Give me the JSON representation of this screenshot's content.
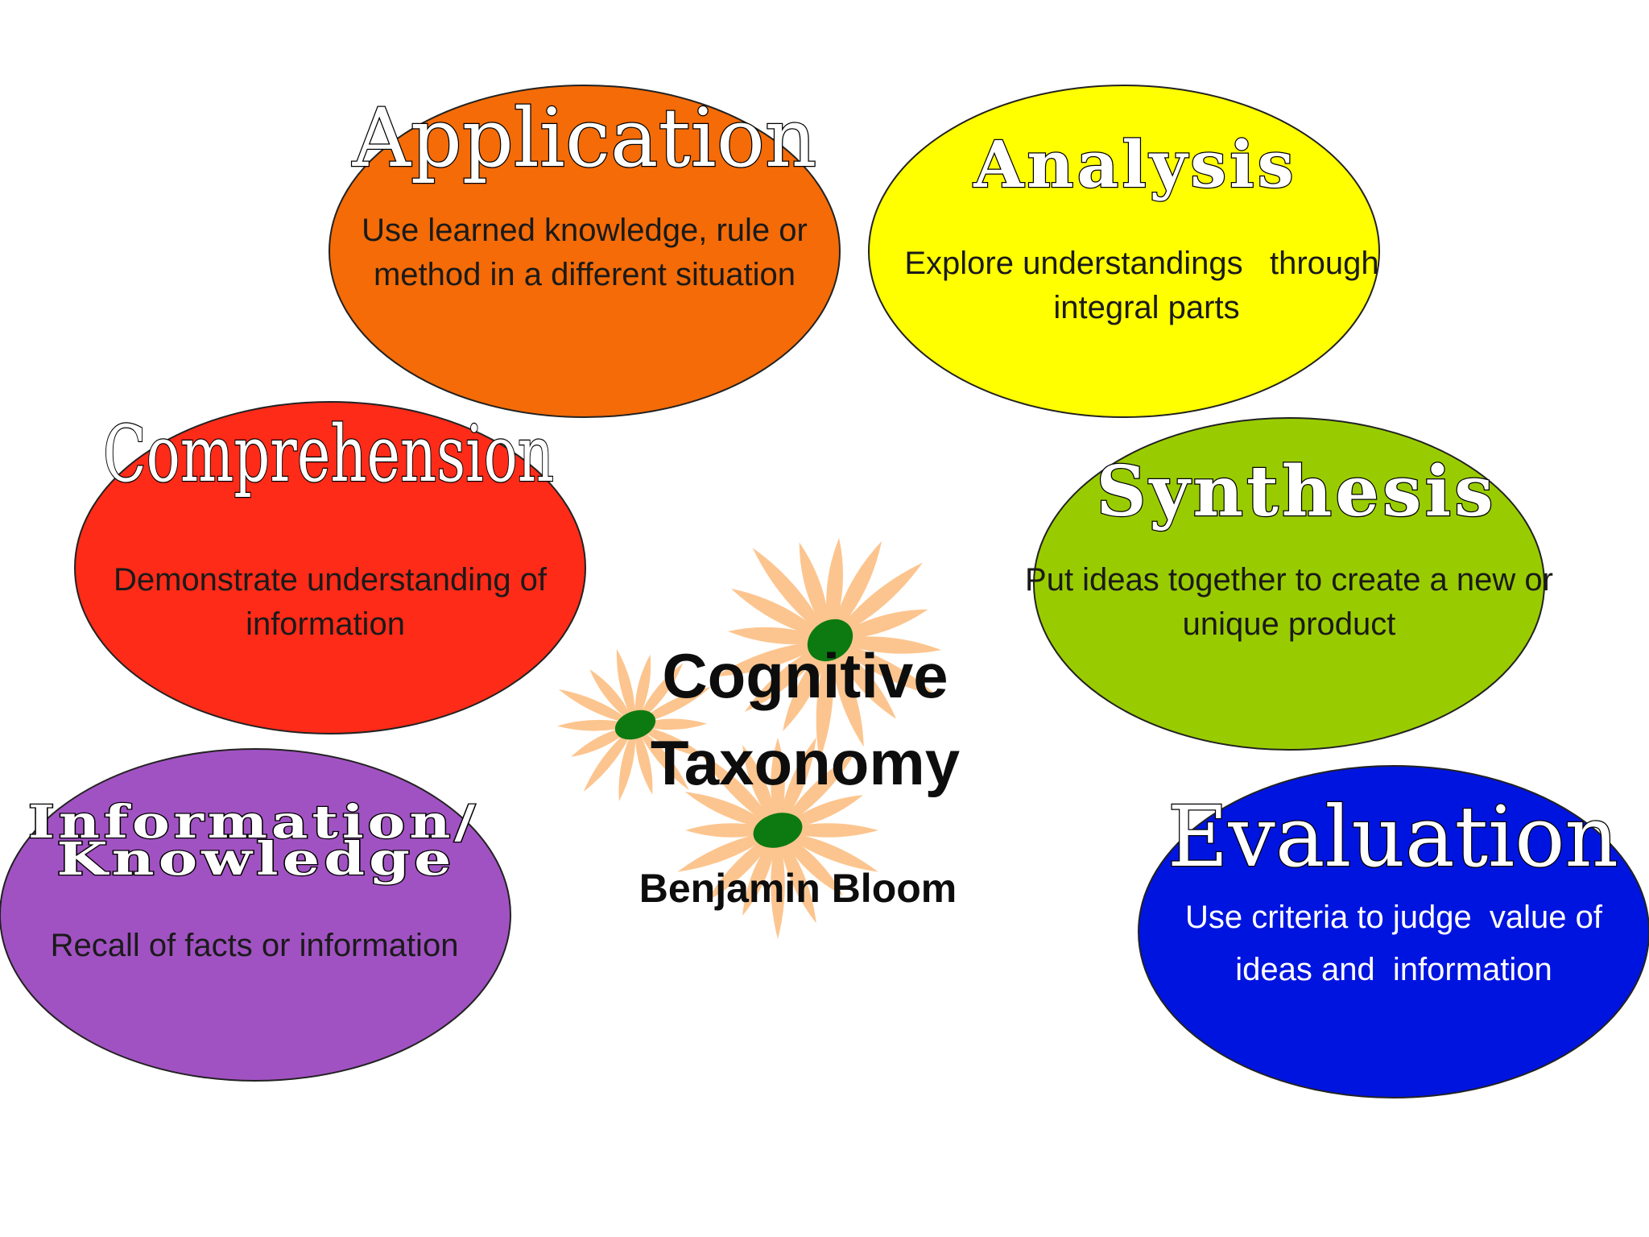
{
  "center": {
    "title_line1": "Cognitive",
    "title_line2": "Taxonomy",
    "author": "Benjamin Bloom"
  },
  "levels": {
    "application": {
      "title": "Application",
      "desc_line1": "Use learned knowledge, rule or",
      "desc_line2": "method in a different situation",
      "color": "#f46b07"
    },
    "analysis": {
      "title": "Analysis",
      "desc_line1": "Explore understandings   through",
      "desc_line2": "integral parts",
      "color": "#ffff00"
    },
    "comprehension": {
      "title": "Comprehension",
      "desc_line1": "Demonstrate understanding of",
      "desc_line2": "information",
      "color": "#fd2b18"
    },
    "synthesis": {
      "title": "Synthesis",
      "desc_line1": "Put ideas together to create a new or",
      "desc_line2": "unique product",
      "color": "#99cc00"
    },
    "knowledge": {
      "title_line1": "Information/",
      "title_line2": "Knowledge",
      "desc_line1": "Recall of facts or information",
      "color": "#a152c2"
    },
    "evaluation": {
      "title": "Evaluation",
      "desc_line1": "Use criteria to judge  value of",
      "desc_line2": "ideas and  information",
      "color": "#0014e0"
    }
  },
  "flower": {
    "petal_color": "#fcc58f",
    "center_color": "#0c7a10",
    "icon": "daisy-flower-icon"
  }
}
